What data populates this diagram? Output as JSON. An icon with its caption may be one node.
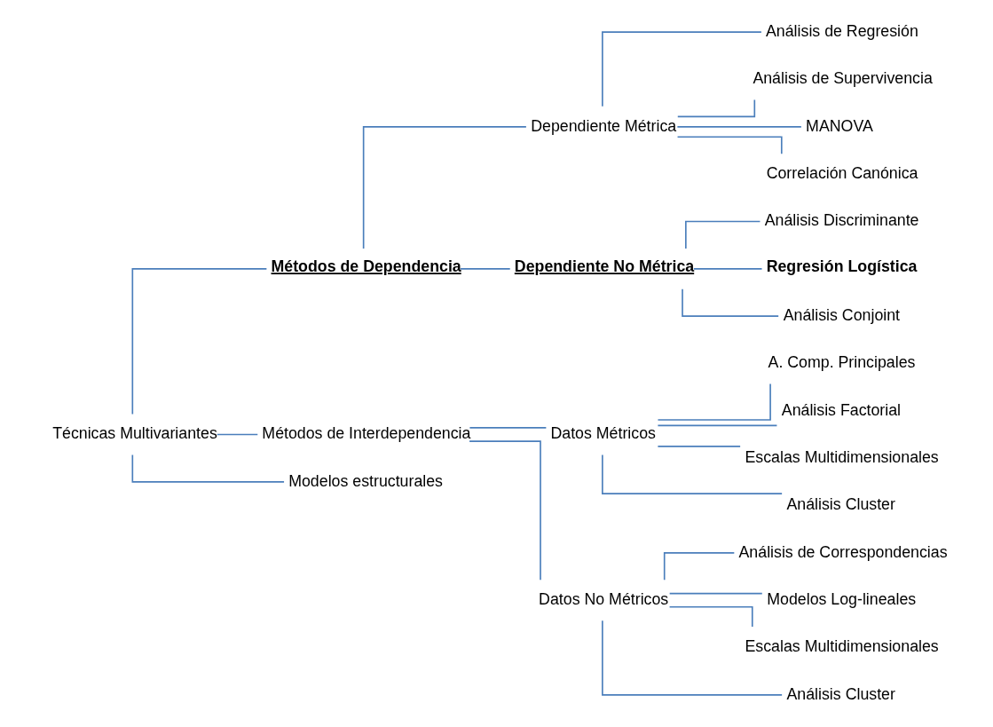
{
  "diagram": {
    "nodes": [
      {
        "text": [
          "Técnicas Multivariantes"
        ]
      },
      {
        "text": [
          "Métodos de Dependencia"
        ]
      },
      {
        "text": [
          "Dependiente Métrica"
        ]
      },
      {
        "text": [
          "Análisis de Regresión"
        ]
      },
      {
        "text": [
          "Análisis de Supervivencia"
        ]
      },
      {
        "text": [
          "MANOVA"
        ]
      },
      {
        "text": [
          "Correlación Canónica"
        ]
      },
      {
        "text": [
          "Dependiente No Métrica"
        ]
      },
      {
        "text": [
          "Análisis Discriminante"
        ]
      },
      {
        "text": [
          "Regresión Logística"
        ]
      },
      {
        "text": [
          "Análisis Conjoint"
        ]
      },
      {
        "text": [
          "Métodos de Interdependencia"
        ]
      },
      {
        "text": [
          "Datos Métricos"
        ]
      },
      {
        "text": [
          "A. Comp. Principales"
        ]
      },
      {
        "text": [
          "Análisis Factorial"
        ]
      },
      {
        "text": [
          "Escalas Multidimensionales"
        ]
      },
      {
        "text": [
          "Análisis Cluster"
        ]
      },
      {
        "text": [
          "Datos No Métricos"
        ]
      },
      {
        "text": [
          "Análisis de Correspondencias"
        ]
      },
      {
        "text": [
          "Modelos Log-lineales"
        ]
      },
      {
        "text": [
          "Escalas Multidimensionales"
        ]
      },
      {
        "text": [
          "Análisis Cluster"
        ]
      },
      {
        "text": [
          "Modelos estructurales"
        ]
      }
    ],
    "edges": [
      {
        "from": 0,
        "to": 1,
        "arrow": "none"
      },
      {
        "from": 0,
        "to": 11,
        "arrow": "none"
      },
      {
        "from": 0,
        "to": 22,
        "arrow": "none"
      },
      {
        "from": 1,
        "to": 2,
        "arrow": "none"
      },
      {
        "from": 1,
        "to": 7,
        "arrow": "none"
      },
      {
        "from": 2,
        "to": 3,
        "arrow": "none"
      },
      {
        "from": 2,
        "to": 4,
        "arrow": "none"
      },
      {
        "from": 2,
        "to": 5,
        "arrow": "none"
      },
      {
        "from": 2,
        "to": 6,
        "arrow": "none"
      },
      {
        "from": 7,
        "to": 8,
        "arrow": "none"
      },
      {
        "from": 7,
        "to": 9,
        "arrow": "none"
      },
      {
        "from": 7,
        "to": 10,
        "arrow": "none"
      },
      {
        "from": 11,
        "to": 12,
        "arrow": "none"
      },
      {
        "from": 11,
        "to": 17,
        "arrow": "none"
      },
      {
        "from": 12,
        "to": 13,
        "arrow": "none"
      },
      {
        "from": 12,
        "to": 14,
        "arrow": "none"
      },
      {
        "from": 12,
        "to": 15,
        "arrow": "none"
      },
      {
        "from": 12,
        "to": 16,
        "arrow": "none"
      },
      {
        "from": 17,
        "to": 18,
        "arrow": "none"
      },
      {
        "from": 17,
        "to": 19,
        "arrow": "none"
      },
      {
        "from": 17,
        "to": 20,
        "arrow": "none"
      },
      {
        "from": 17,
        "to": 21,
        "arrow": "none"
      }
    ]
  }
}
